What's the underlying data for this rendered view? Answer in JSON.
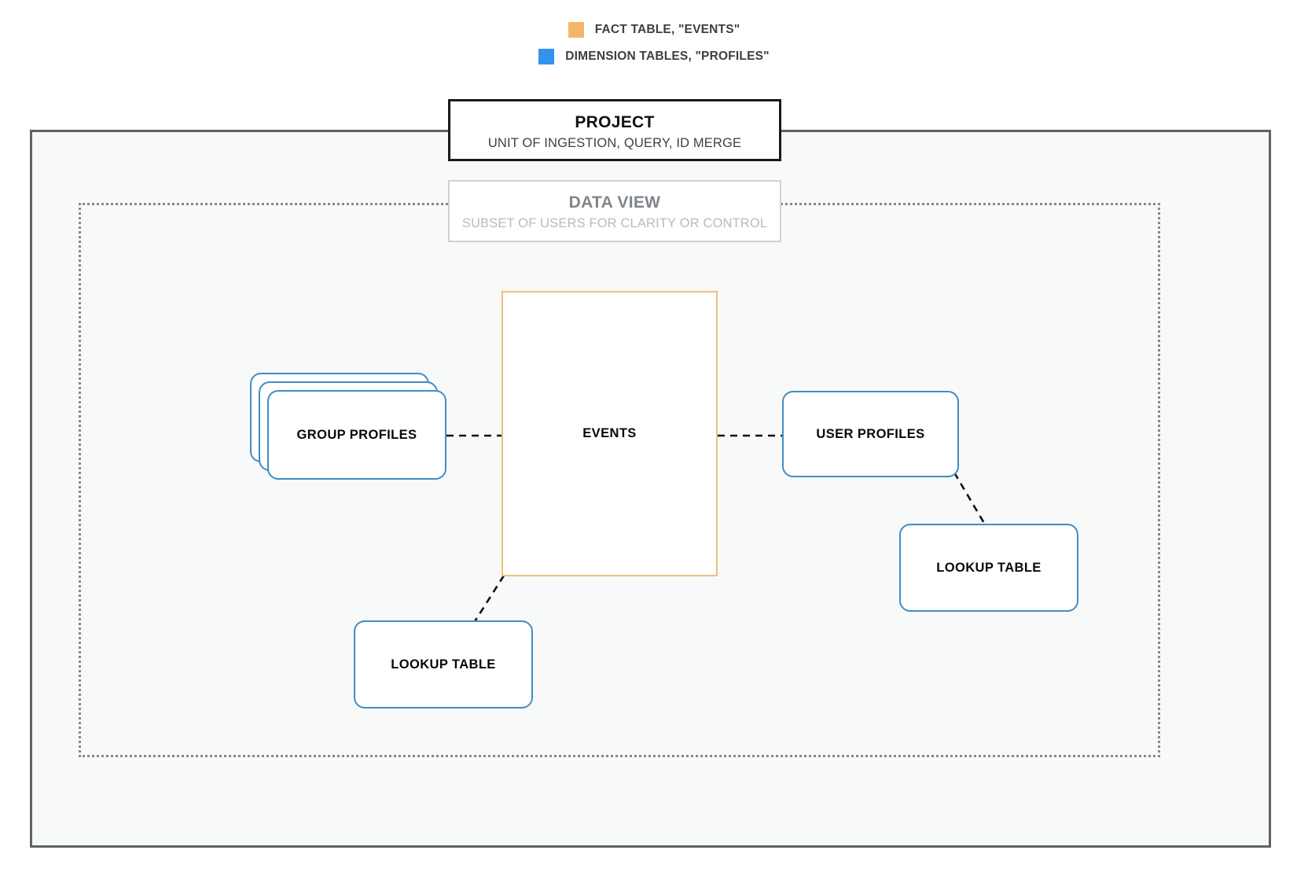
{
  "legend": {
    "items": [
      {
        "color": "#f5b567",
        "label": "FACT TABLE, \"EVENTS\"",
        "icon": "orange-square-swatch"
      },
      {
        "color": "#3392ec",
        "label": "DIMENSION TABLES, \"PROFILES\"",
        "icon": "blue-square-swatch"
      }
    ]
  },
  "frames": {
    "project": {
      "title": "PROJECT",
      "subtitle": "UNIT OF INGESTION, QUERY, ID MERGE",
      "border_color": "#1a1a1a",
      "fill_color": "#f8f9f9"
    },
    "data_view": {
      "title": "DATA VIEW",
      "subtitle": "SUBSET OF USERS FOR CLARITY OR CONTROL",
      "border_color": "#86888c"
    }
  },
  "nodes": {
    "events": {
      "label": "EVENTS",
      "border_color": "#eec07a",
      "kind": "fact-table"
    },
    "group_profiles": {
      "label": "GROUP PROFILES",
      "border_color": "#3f8ec4",
      "kind": "dimension-table-stack"
    },
    "user_profiles": {
      "label": "USER PROFILES",
      "border_color": "#3f8ec4",
      "kind": "dimension-table"
    },
    "lookup_table_right": {
      "label": "LOOKUP TABLE",
      "border_color": "#3f8ec4",
      "kind": "dimension-table"
    },
    "lookup_table_left": {
      "label": "LOOKUP TABLE",
      "border_color": "#3f8ec4",
      "kind": "dimension-table"
    }
  },
  "connectors": [
    {
      "name": "group-profiles-to-events",
      "style": "dashed",
      "color": "#111111"
    },
    {
      "name": "events-to-user-profiles",
      "style": "dashed",
      "color": "#111111"
    },
    {
      "name": "user-profiles-to-lookup-table-right",
      "style": "dashed",
      "color": "#111111"
    },
    {
      "name": "events-to-lookup-table-left",
      "style": "dashed",
      "color": "#111111"
    }
  ]
}
